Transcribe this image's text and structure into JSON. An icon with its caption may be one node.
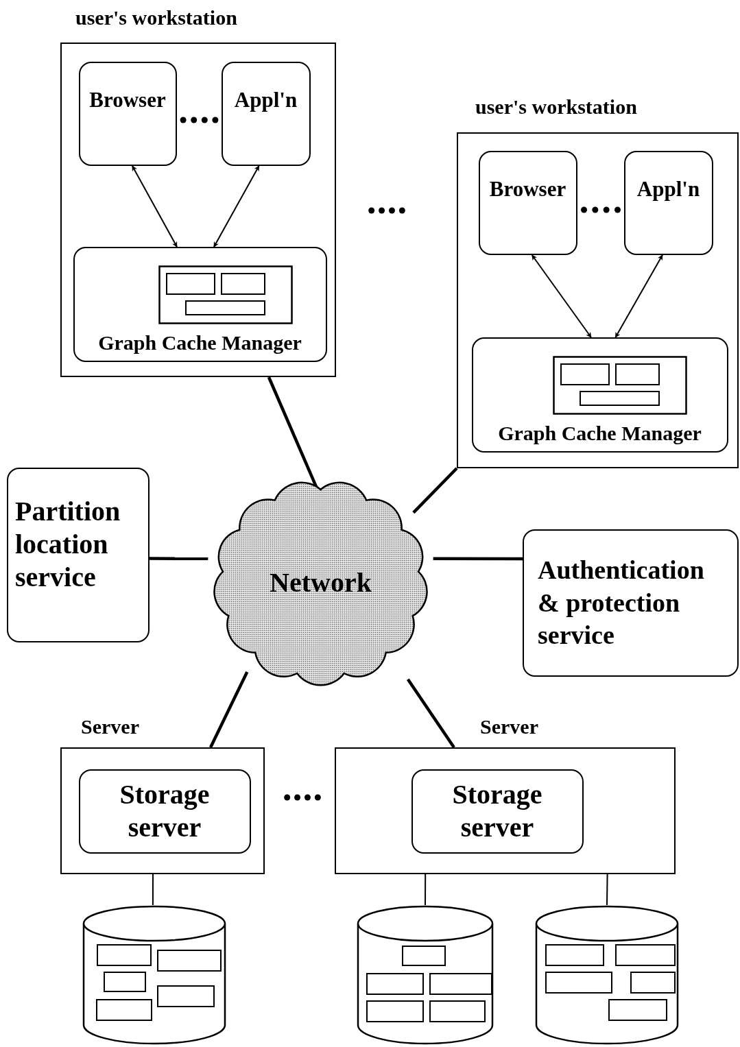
{
  "diagram": {
    "nodes": [
      {
        "text": [
          "user's workstation"
        ]
      },
      {
        "text": [
          "Browser"
        ],
        "in": 0
      },
      {
        "text": [
          "Appl'n"
        ],
        "in": 0
      },
      {
        "text": [
          "Graph Cache Manager"
        ],
        "in": 0
      },
      {
        "text": [
          "user's workstation"
        ]
      },
      {
        "text": [
          "Browser"
        ],
        "in": 4
      },
      {
        "text": [
          "Appl'n"
        ],
        "in": 4
      },
      {
        "text": [
          "Graph Cache Manager"
        ],
        "in": 4
      },
      {
        "text": [
          "Partition location service"
        ]
      },
      {
        "text": [
          "Network"
        ]
      },
      {
        "text": [
          "Authentication & protection service"
        ]
      },
      {
        "text": [
          "Server"
        ]
      },
      {
        "text": [
          "Storage server"
        ],
        "in": 11
      },
      {
        "text": [
          "Server"
        ]
      },
      {
        "text": [
          "Storage server"
        ],
        "in": 13
      },
      {
        "text": [],
        "shape": "cylinder"
      },
      {
        "text": [],
        "shape": "cylinder"
      },
      {
        "text": [],
        "shape": "cylinder"
      }
    ],
    "edges": [
      {
        "from": 1,
        "to": 3,
        "arrow": "both"
      },
      {
        "from": 2,
        "to": 3,
        "arrow": "both"
      },
      {
        "from": 5,
        "to": 7,
        "arrow": "both"
      },
      {
        "from": 6,
        "to": 7,
        "arrow": "both"
      },
      {
        "from": 0,
        "to": 9,
        "arrow": "none",
        "style": "thick"
      },
      {
        "from": 4,
        "to": 9,
        "arrow": "none",
        "style": "thick"
      },
      {
        "from": 8,
        "to": 9,
        "arrow": "none",
        "style": "thick"
      },
      {
        "from": 10,
        "to": 9,
        "arrow": "none",
        "style": "thick"
      },
      {
        "from": 9,
        "to": 11,
        "arrow": "none",
        "style": "thick"
      },
      {
        "from": 9,
        "to": 13,
        "arrow": "none",
        "style": "thick"
      },
      {
        "from": 11,
        "to": 15,
        "arrow": "none"
      },
      {
        "from": 13,
        "to": 16,
        "arrow": "none"
      },
      {
        "from": 13,
        "to": 17,
        "arrow": "none"
      }
    ]
  }
}
